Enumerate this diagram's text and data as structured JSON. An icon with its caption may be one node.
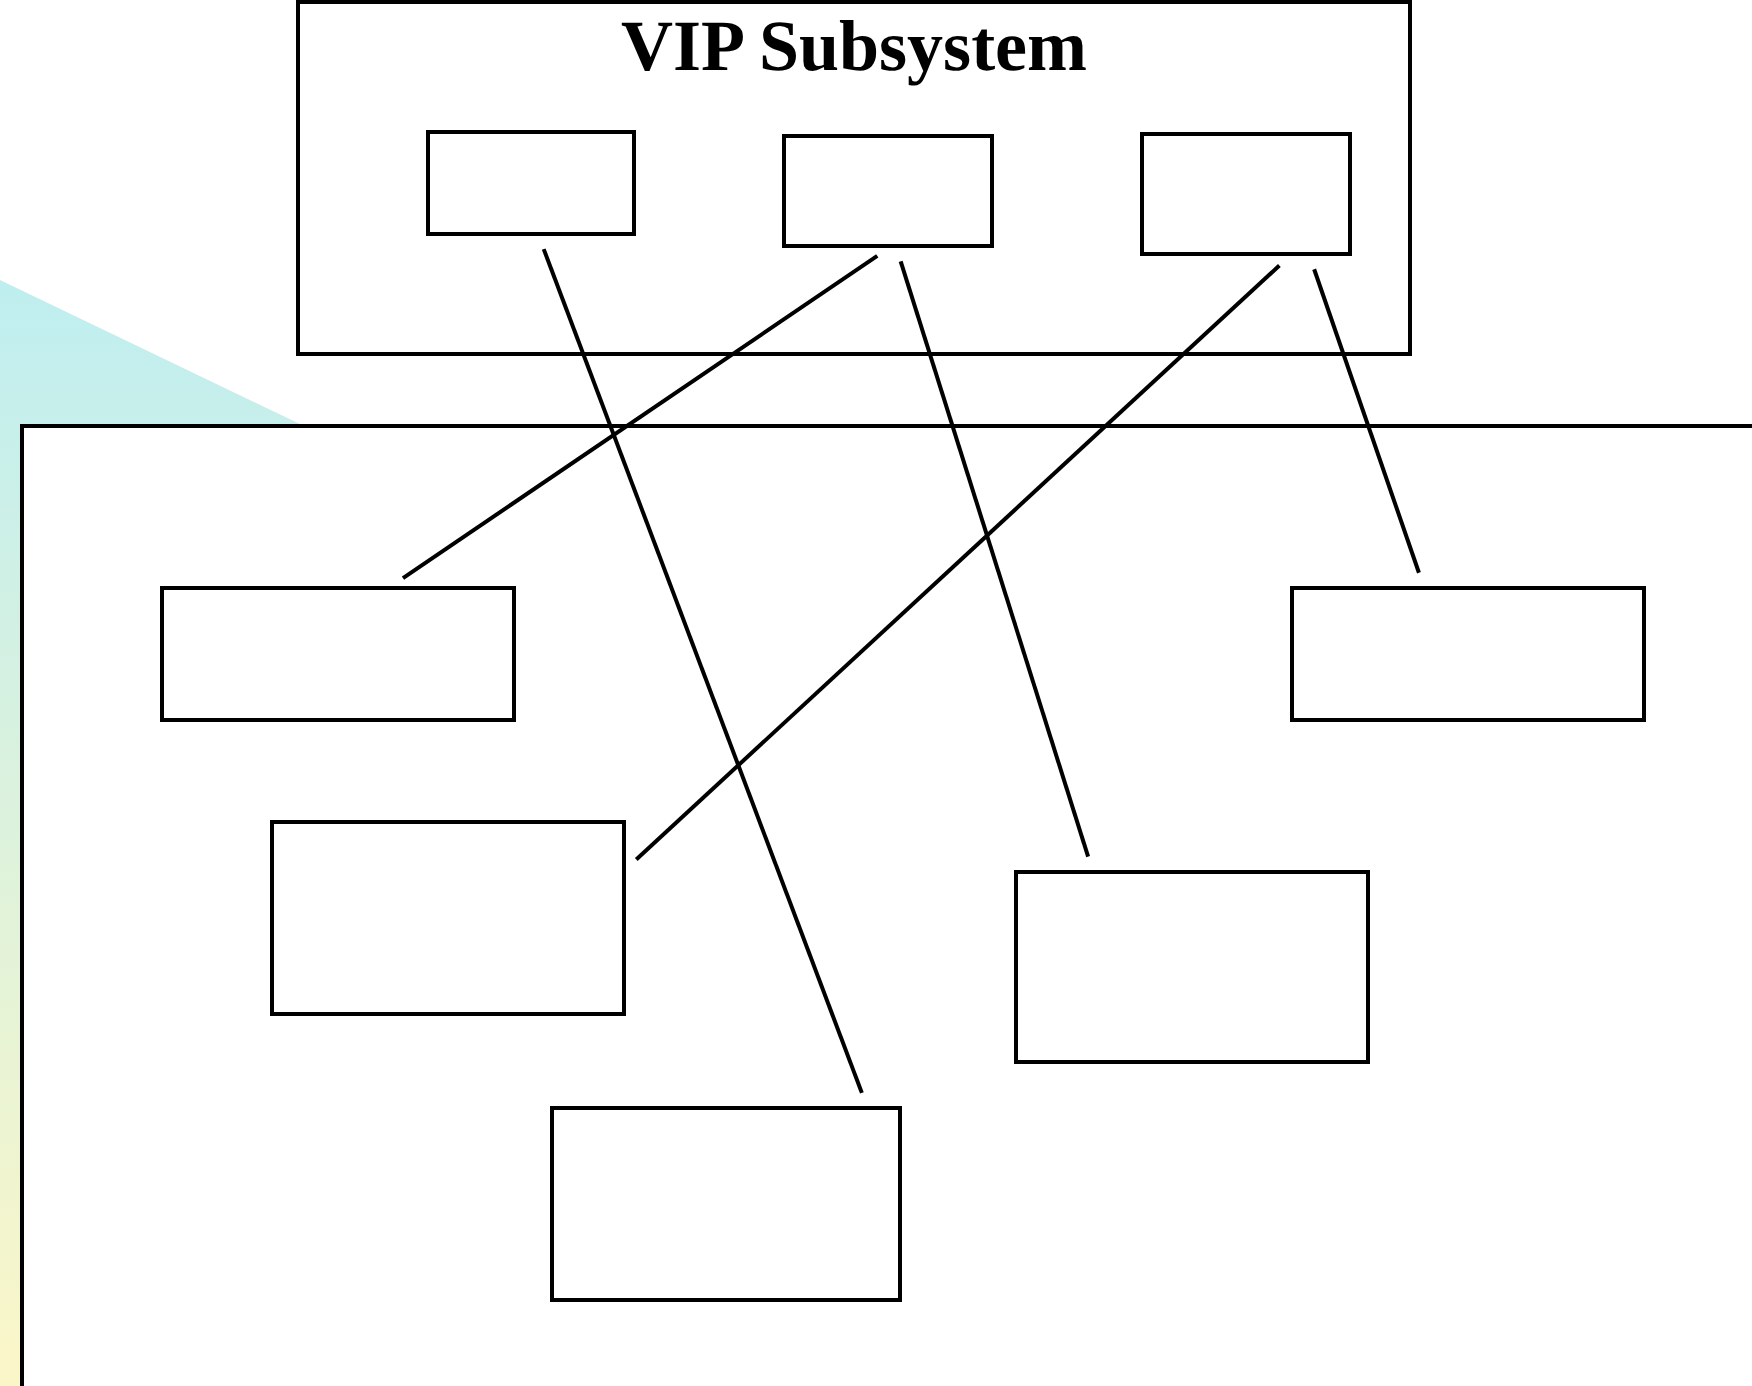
{
  "diagram": {
    "nodes": [
      {
        "text": [
          "VIP Subsystem"
        ]
      },
      {
        "text": [],
        "shape": "box",
        "in": 0
      },
      {
        "text": [],
        "shape": "box",
        "in": 0
      },
      {
        "text": [],
        "shape": "box",
        "in": 0
      },
      {
        "text": [],
        "shape": "box"
      },
      {
        "text": [],
        "shape": "box",
        "in": 4
      },
      {
        "text": [],
        "shape": "box",
        "in": 4
      },
      {
        "text": [],
        "shape": "box",
        "in": 4
      },
      {
        "text": [],
        "shape": "box",
        "in": 4
      },
      {
        "text": [],
        "shape": "box",
        "in": 4
      }
    ],
    "edges": [
      {
        "from": 1,
        "to": 9,
        "arrow": "none"
      },
      {
        "from": 2,
        "to": 5,
        "arrow": "none"
      },
      {
        "from": 2,
        "to": 8,
        "arrow": "none"
      },
      {
        "from": 3,
        "to": 7,
        "arrow": "none"
      },
      {
        "from": 3,
        "to": 6,
        "arrow": "none"
      }
    ]
  }
}
